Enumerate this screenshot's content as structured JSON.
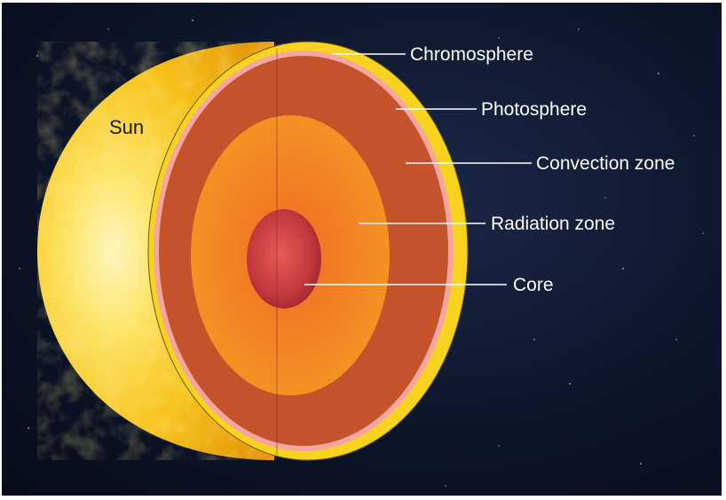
{
  "title": "Sun",
  "labels": {
    "chromosphere": "Chromosphere",
    "photosphere": "Photosphere",
    "convection": "Convection zone",
    "radiation": "Radiation zone",
    "core": "Core"
  },
  "colors": {
    "space": "#0d1529",
    "surface": "#f6c21a",
    "photosphere_rim": "#f4a7a0",
    "convection_zone": "#c4532c",
    "radiation_zone": "#f0821e",
    "core": "#c03a3c"
  }
}
